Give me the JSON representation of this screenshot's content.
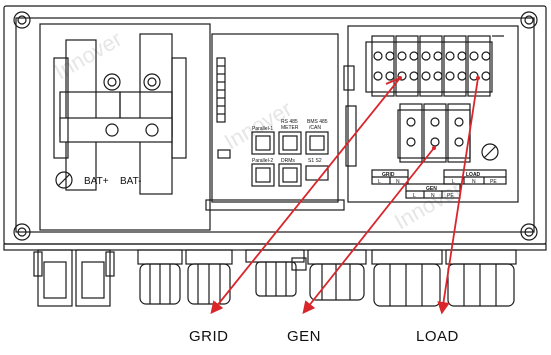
{
  "battery": {
    "pos_label": "BAT+",
    "neg_label": "BAT-"
  },
  "comm_ports": {
    "parallel1": "Parallel-1",
    "rs485": [
      "RS 485",
      "METER"
    ],
    "bms485": [
      "BMS 485",
      "/CAN"
    ],
    "parallel2": "Parallel-2",
    "drms": "DRMs",
    "s1s2": "S1  S2"
  },
  "terminals": {
    "grid": {
      "title": "GRID",
      "pins": [
        "L",
        "N"
      ]
    },
    "load": {
      "title": "LOAD",
      "pins": [
        "L",
        "N",
        "PE"
      ]
    },
    "gen": {
      "title": "GEN",
      "pins": [
        "L",
        "N",
        "PE"
      ]
    }
  },
  "callouts": {
    "grid": "GRID",
    "gen": "GEN",
    "load": "LOAD"
  },
  "watermark": "Innover",
  "colors": {
    "arrow": "#d9262b",
    "stroke": "#1a1a1a"
  }
}
